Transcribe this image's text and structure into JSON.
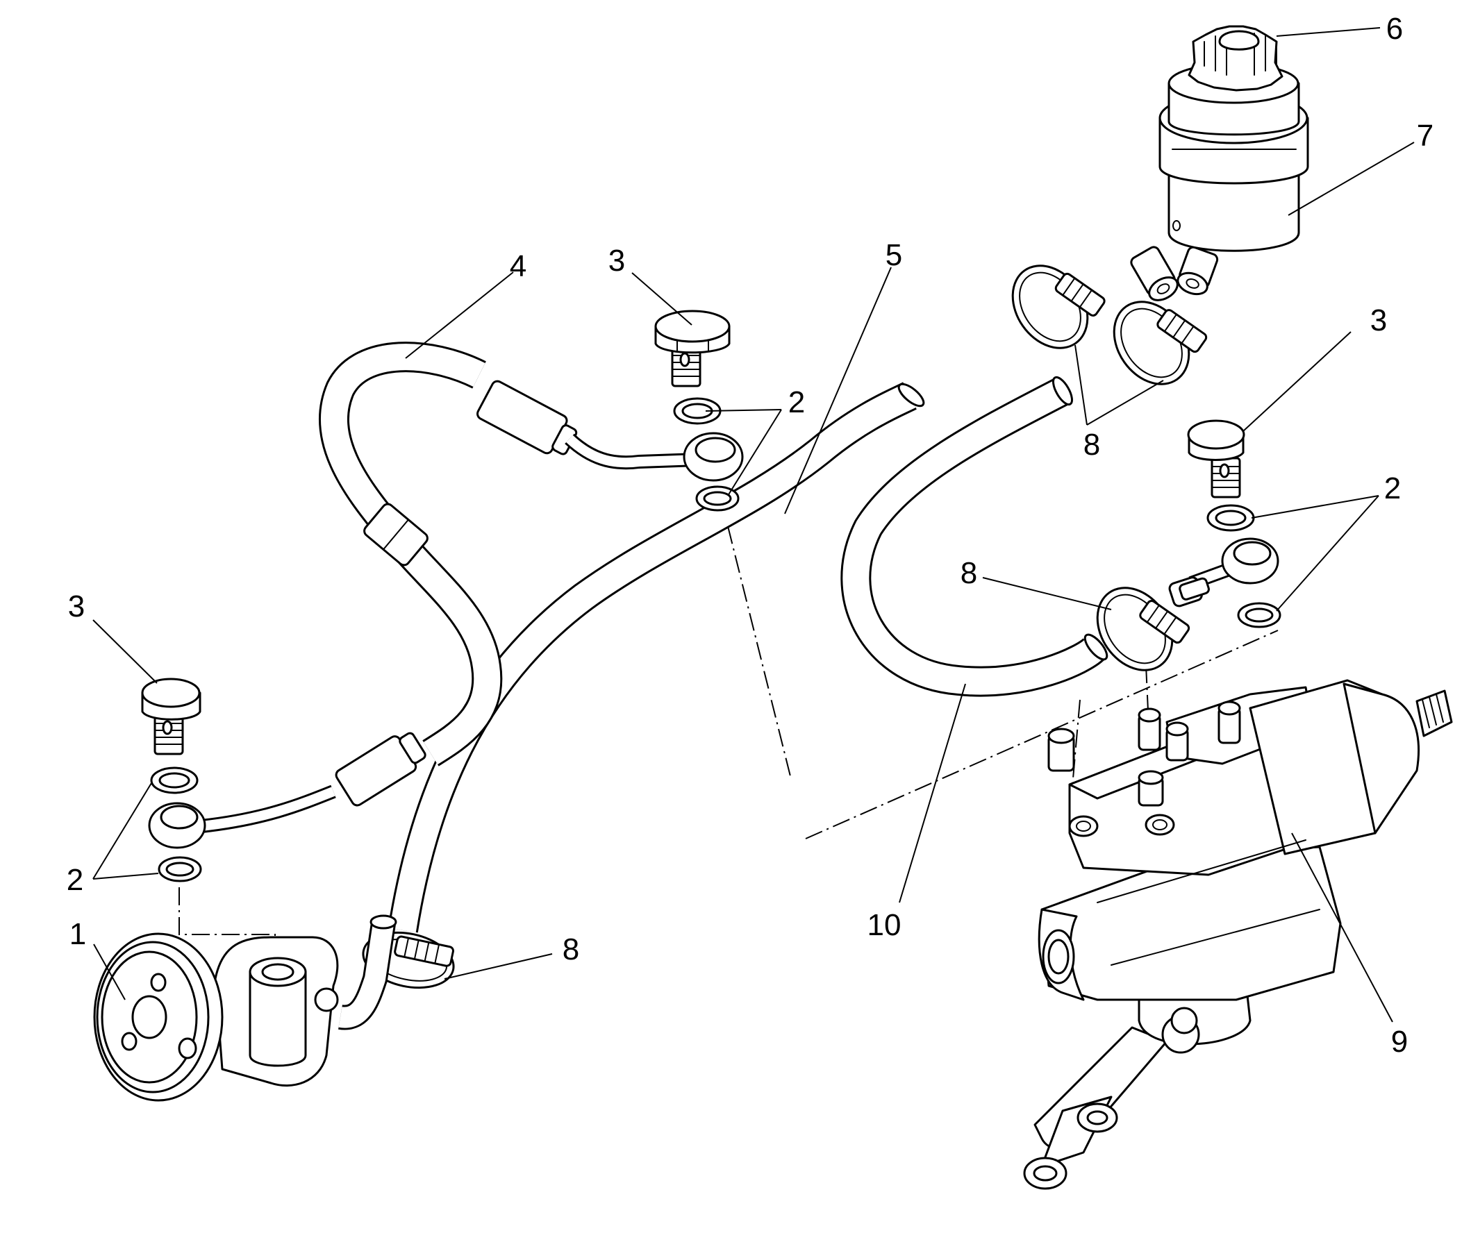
{
  "callouts": [
    {
      "id": "callout-1",
      "text": "1"
    },
    {
      "id": "callout-2-left",
      "text": "2"
    },
    {
      "id": "callout-2-center",
      "text": "2"
    },
    {
      "id": "callout-2-right",
      "text": "2"
    },
    {
      "id": "callout-3-left",
      "text": "3"
    },
    {
      "id": "callout-3-center",
      "text": "3"
    },
    {
      "id": "callout-3-right",
      "text": "3"
    },
    {
      "id": "callout-4",
      "text": "4"
    },
    {
      "id": "callout-5",
      "text": "5"
    },
    {
      "id": "callout-6",
      "text": "6"
    },
    {
      "id": "callout-7",
      "text": "7"
    },
    {
      "id": "callout-8-top",
      "text": "8"
    },
    {
      "id": "callout-8-mid",
      "text": "8"
    },
    {
      "id": "callout-8-bottom",
      "text": "8"
    },
    {
      "id": "callout-9",
      "text": "9"
    },
    {
      "id": "callout-10",
      "text": "10"
    }
  ],
  "colors": {
    "line": "#000000",
    "background": "#ffffff"
  }
}
